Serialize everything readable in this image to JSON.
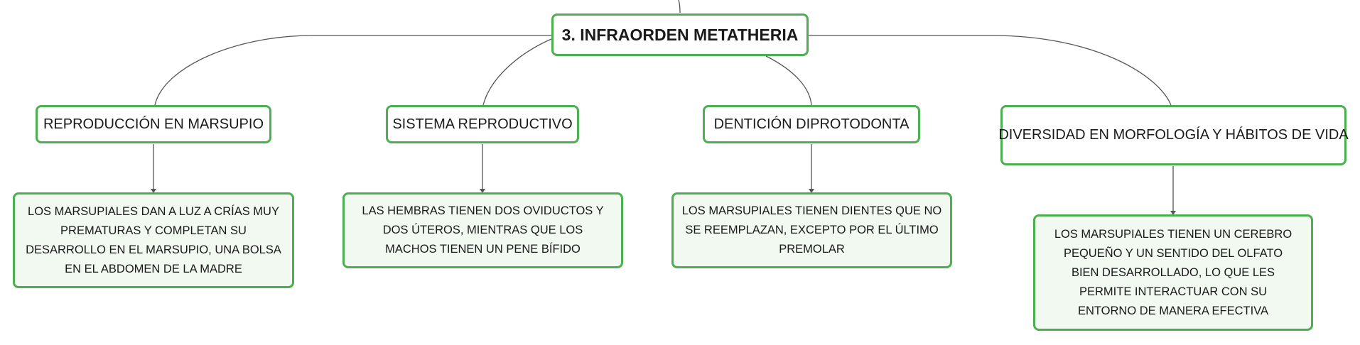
{
  "mindmap": {
    "root": {
      "label": "3. INFRAORDEN METATHERIA"
    },
    "branches": [
      {
        "label": "REPRODUCCIÓN EN MARSUPIO",
        "detail": "LOS MARSUPIALES DAN A LUZ A CRÍAS MUY PREMATURAS Y COMPLETAN SU DESARROLLO EN EL MARSUPIO, UNA BOLSA EN EL ABDOMEN DE LA MADRE"
      },
      {
        "label": "SISTEMA REPRODUCTIVO",
        "detail": "LAS HEMBRAS TIENEN DOS OVIDUCTOS Y DOS ÚTEROS, MIENTRAS QUE LOS MACHOS TIENEN UN PENE BÍFIDO"
      },
      {
        "label": "DENTICIÓN DIPROTODONTA",
        "detail": "LOS MARSUPIALES TIENEN DIENTES QUE NO SE REEMPLAZAN, EXCEPTO POR EL ÚLTIMO PREMOLAR"
      },
      {
        "label": "DIVERSIDAD EN MORFOLOGÍA Y HÁBITOS DE VIDA",
        "detail": "LOS MARSUPIALES TIENEN UN CEREBRO PEQUEÑO Y UN SENTIDO DEL OLFATO BIEN DESARROLLADO, LO QUE LES PERMITE INTERACTUAR CON SU ENTORNO DE MANERA EFECTIVA"
      }
    ],
    "colors": {
      "node_border": "#4caf50",
      "detail_fill": "#f1f9f1",
      "connector": "#555555",
      "text": "#1a1a1a"
    }
  }
}
